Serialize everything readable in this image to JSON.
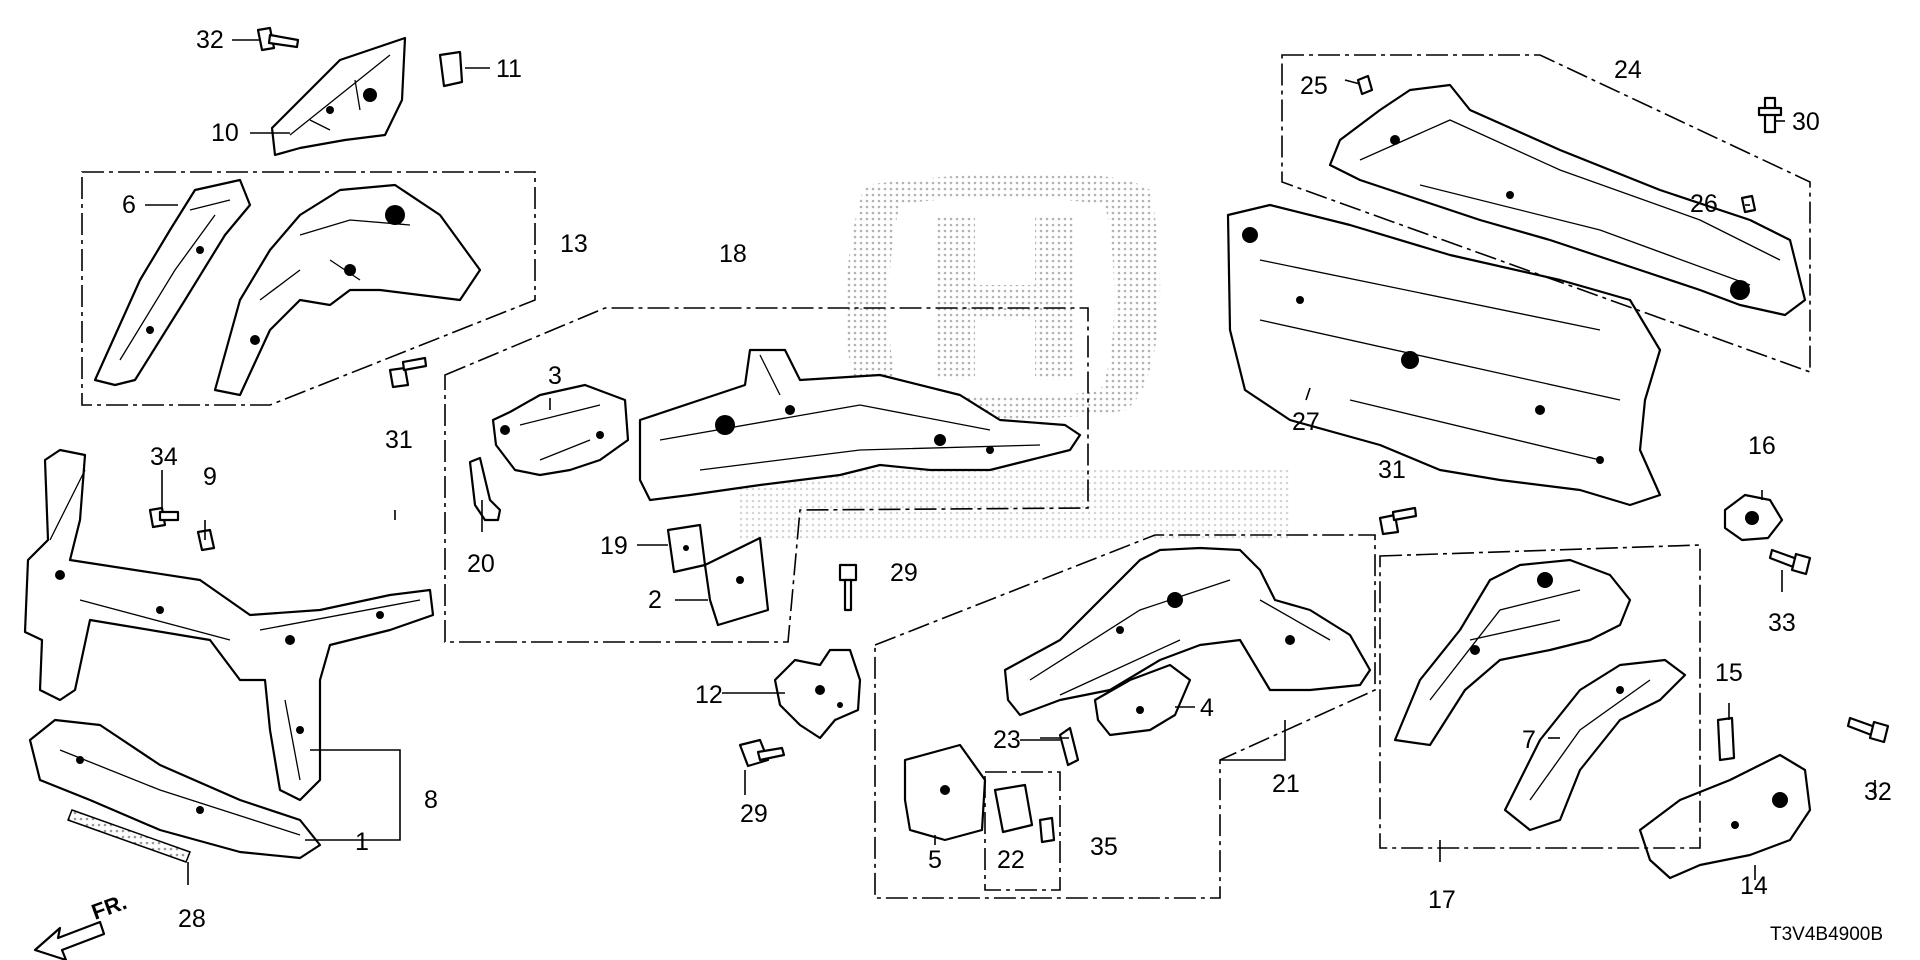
{
  "diagram": {
    "code": "T3V4B4900B",
    "direction_label": "FR.",
    "callouts": [
      {
        "id": "c1",
        "text": "1"
      },
      {
        "id": "c2",
        "text": "2"
      },
      {
        "id": "c3",
        "text": "3"
      },
      {
        "id": "c4",
        "text": "4"
      },
      {
        "id": "c5",
        "text": "5"
      },
      {
        "id": "c6",
        "text": "6"
      },
      {
        "id": "c7",
        "text": "7"
      },
      {
        "id": "c8",
        "text": "8"
      },
      {
        "id": "c9",
        "text": "9"
      },
      {
        "id": "c10",
        "text": "10"
      },
      {
        "id": "c11",
        "text": "11"
      },
      {
        "id": "c12",
        "text": "12"
      },
      {
        "id": "c13",
        "text": "13"
      },
      {
        "id": "c14",
        "text": "14"
      },
      {
        "id": "c15",
        "text": "15"
      },
      {
        "id": "c16",
        "text": "16"
      },
      {
        "id": "c17",
        "text": "17"
      },
      {
        "id": "c18",
        "text": "18"
      },
      {
        "id": "c19",
        "text": "19"
      },
      {
        "id": "c20",
        "text": "20"
      },
      {
        "id": "c21",
        "text": "21"
      },
      {
        "id": "c22",
        "text": "22"
      },
      {
        "id": "c23",
        "text": "23"
      },
      {
        "id": "c24",
        "text": "24"
      },
      {
        "id": "c25",
        "text": "25"
      },
      {
        "id": "c26",
        "text": "26"
      },
      {
        "id": "c27",
        "text": "27"
      },
      {
        "id": "c28",
        "text": "28"
      },
      {
        "id": "c29a",
        "text": "29"
      },
      {
        "id": "c29b",
        "text": "29"
      },
      {
        "id": "c30",
        "text": "30"
      },
      {
        "id": "c31a",
        "text": "31"
      },
      {
        "id": "c31b",
        "text": "31"
      },
      {
        "id": "c32a",
        "text": "32"
      },
      {
        "id": "c32b",
        "text": "32"
      },
      {
        "id": "c33",
        "text": "33"
      },
      {
        "id": "c34",
        "text": "34"
      },
      {
        "id": "c35",
        "text": "35"
      }
    ]
  }
}
